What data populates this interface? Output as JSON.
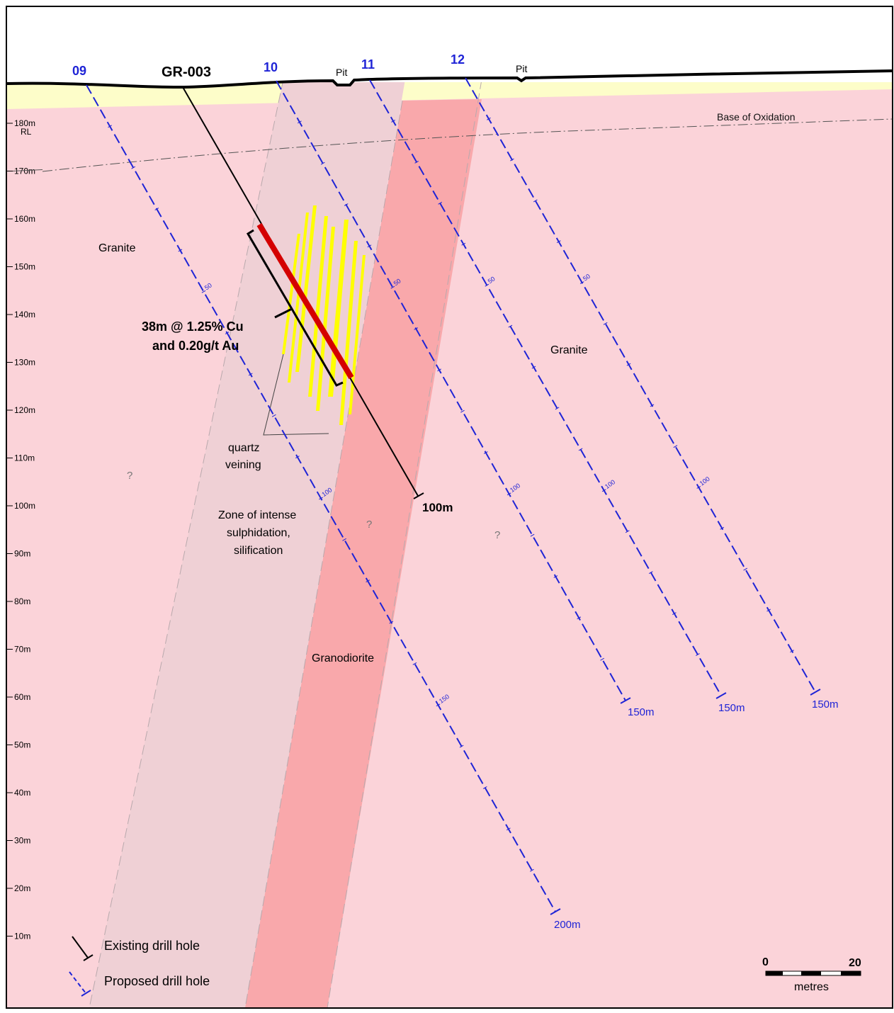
{
  "figure": {
    "rl_labels": [
      "180m",
      "170m",
      "160m",
      "150m",
      "140m",
      "130m",
      "120m",
      "110m",
      "100m",
      "90m",
      "80m",
      "70m",
      "60m",
      "50m",
      "40m",
      "30m",
      "20m",
      "10m"
    ],
    "rl_unit": "RL",
    "base_of_oxidation": "Base of Oxidation",
    "pit_labels": [
      "Pit",
      "Pit"
    ],
    "rock_labels": {
      "granite_left": "Granite",
      "granite_right": "Granite",
      "granodiorite": "Granodiorite",
      "quartz_1": "quartz",
      "quartz_2": "veining",
      "zone_1": "Zone of intense",
      "zone_2": "sulphidation,",
      "zone_3": "silification",
      "question_mark": "?"
    },
    "existing_hole": {
      "name": "GR-003",
      "depth_label": "100m",
      "intercept_line1": "38m @ 1.25% Cu",
      "intercept_line2": "and 0.20g/t Au"
    },
    "proposed_holes": [
      {
        "id": "09",
        "end_label": "200m",
        "marks": [
          "50",
          "100",
          "150"
        ]
      },
      {
        "id": "10",
        "end_label": "150m",
        "marks": [
          "50",
          "100"
        ]
      },
      {
        "id": "11",
        "end_label": "150m",
        "marks": [
          "50",
          "100"
        ]
      },
      {
        "id": "12",
        "end_label": "150m",
        "marks": [
          "50",
          "100"
        ]
      }
    ],
    "legend": {
      "existing": "Existing drill hole",
      "proposed": "Proposed drill hole"
    },
    "scale": {
      "min": "0",
      "max": "20",
      "unit": "metres"
    },
    "colors": {
      "granite": "#fbd3d9",
      "alteration_zone": "#efd0d5",
      "granodiorite": "#f9a8ab",
      "oxide": "#fdfdc9",
      "proposed": "#1f24d6",
      "intercept": "#d40000",
      "veins": "#ffff00"
    }
  }
}
